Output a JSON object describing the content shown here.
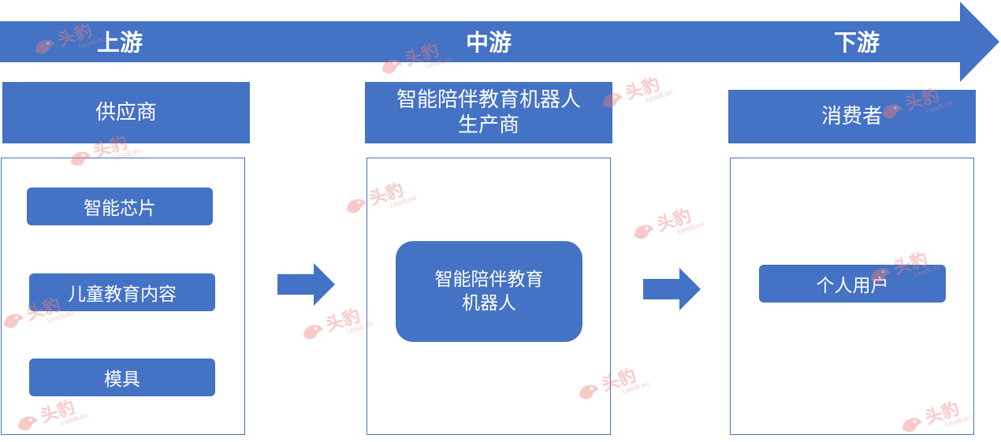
{
  "flow_arrow": {
    "stages": [
      "上游",
      "中游",
      "下游"
    ],
    "color": "#4472c4"
  },
  "columns": [
    {
      "header": "供应商",
      "items": [
        "智能芯片",
        "儿童教育内容",
        "模具"
      ]
    },
    {
      "header": "智能陪伴教育机器人\n生产商",
      "items": [
        "智能陪伴教育\n机器人"
      ]
    },
    {
      "header": "消费者",
      "items": [
        "个人用户"
      ]
    }
  ],
  "watermark": {
    "cn": "头豹",
    "en": "LeadLeo",
    "color": "#f08080"
  }
}
